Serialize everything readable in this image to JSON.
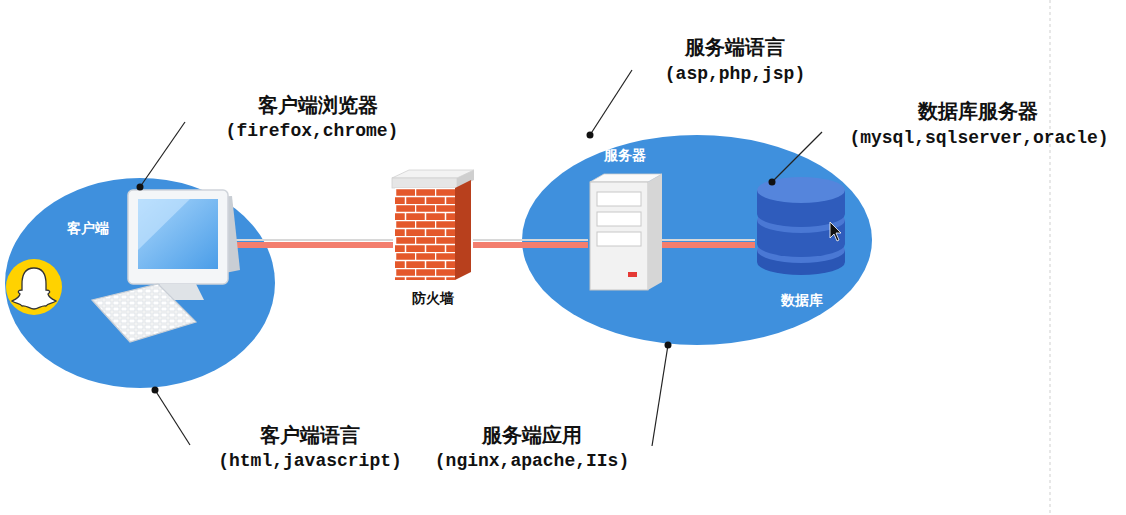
{
  "diagram": {
    "nodes": [
      {
        "text": [
          "客户端"
        ]
      },
      {
        "text": [
          "防火墙"
        ]
      },
      {
        "text": [
          "服务器"
        ]
      },
      {
        "text": [
          "数据库"
        ]
      }
    ],
    "edges": [
      {
        "from": 0,
        "to": 1,
        "arrow": "none"
      },
      {
        "from": 1,
        "to": 2,
        "arrow": "none"
      },
      {
        "from": 2,
        "to": 3,
        "arrow": "none"
      }
    ],
    "labels": [
      "客户端浏览器",
      "(firefox,chrome)",
      "服务端语言",
      "(asp,php,jsp)",
      "数据库服务器",
      "(mysql,sqlserver,oracle)",
      "客户端语言",
      "(html,javascript)",
      "服务端应用",
      "(nginx,apache,IIs)"
    ]
  }
}
